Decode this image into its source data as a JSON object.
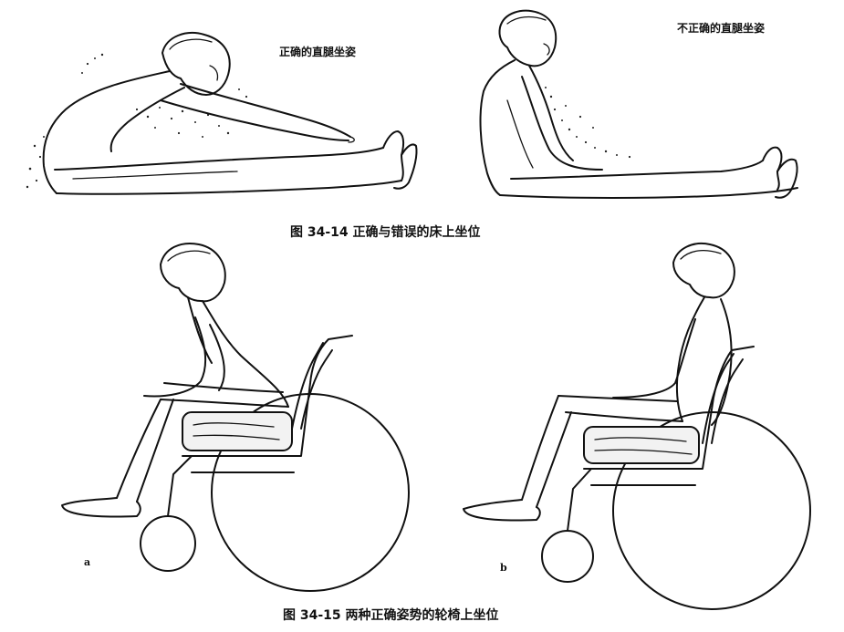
{
  "figure_34_14": {
    "label_correct": "正确的直腿坐姿",
    "label_incorrect": "不正确的直腿坐姿",
    "caption": "图 34-14   正确与错误的床上坐位"
  },
  "figure_34_15": {
    "panel_a": "a",
    "panel_b": "b",
    "caption": "图 34-15   两种正确姿势的轮椅上坐位"
  },
  "colors": {
    "ink": "#111111",
    "paper": "#ffffff"
  }
}
